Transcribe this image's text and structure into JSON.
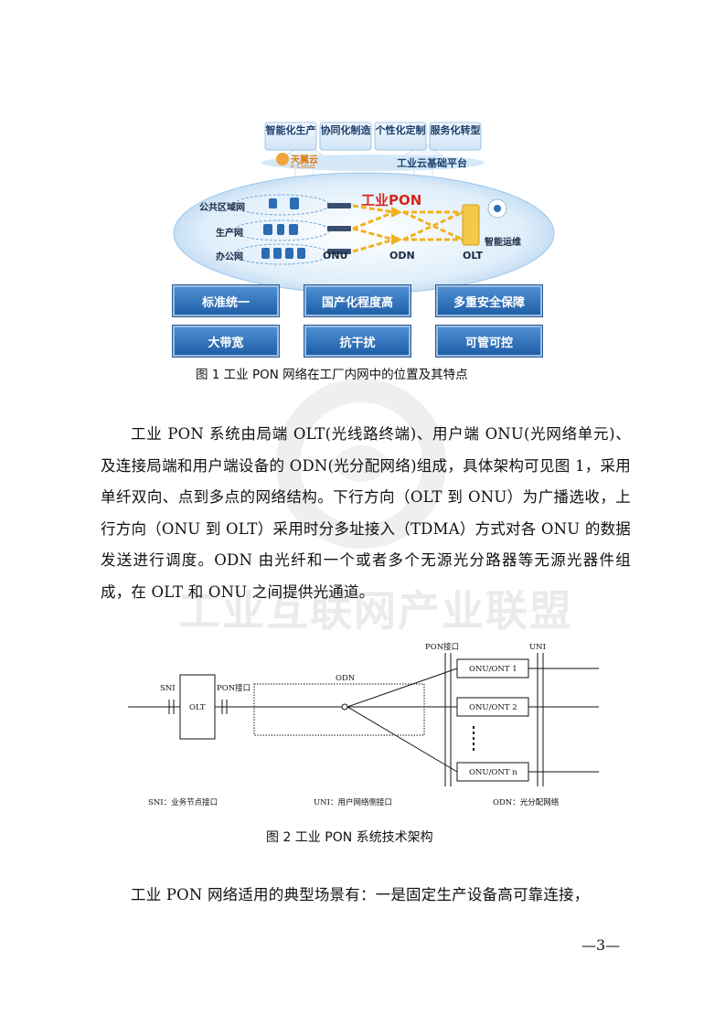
{
  "watermark": "工业互联网产业联盟",
  "figure1": {
    "top_tags": [
      "智能化生产",
      "协同化制造",
      "个性化定制",
      "服务化转型"
    ],
    "cloud_brand": "天翼云",
    "cloud_brand_sub": "e Cloud",
    "cloud_platform": "工业云基础平台",
    "pon_title": "工业PON",
    "networks": [
      "公共区域网",
      "生产网",
      "办公网"
    ],
    "nodes": [
      "ONU",
      "ODN",
      "OLT"
    ],
    "om_label": "智能运维",
    "features": [
      "标准统一",
      "国产化程度高",
      "多重安全保障",
      "大带宽",
      "抗干扰",
      "可管可控"
    ],
    "caption": "图 1    工业 PON 网络在工厂内网中的位置及其特点"
  },
  "paragraph1": "工业 PON 系统由局端 OLT(光线路终端)、用户端 ONU(光网络单元)、及连接局端和用户端设备的 ODN(光分配网络)组成，具体架构可见图 1，采用单纤双向、点到多点的网络结构。下行方向（OLT 到 ONU）为广播选收，上行方向（ONU 到 OLT）采用时分多址接入（TDMA）方式对各 ONU 的数据发送进行调度。ODN 由光纤和一个或者多个无源光分路器等无源光器件组成，在 OLT 和 ONU 之间提供光通道。",
  "figure2": {
    "labels": {
      "sni": "SNI",
      "olt": "OLT",
      "pon_port_left": "PON接口",
      "odn": "ODN",
      "pon_port_top": "PON接口",
      "uni": "UNI",
      "onu1": "ONU/ONT 1",
      "onu2": "ONU/ONT 2",
      "onun": "ONU/ONT n"
    },
    "legend": [
      "SNI：业务节点接口",
      "UNI：用户网络侧接口",
      "ODN：光分配网络"
    ],
    "caption": "图 2    工业 PON 系统技术架构"
  },
  "paragraph2": "工业 PON 网络适用的典型场景有：一是固定生产设备高可靠连接，",
  "page_number": "—3—"
}
